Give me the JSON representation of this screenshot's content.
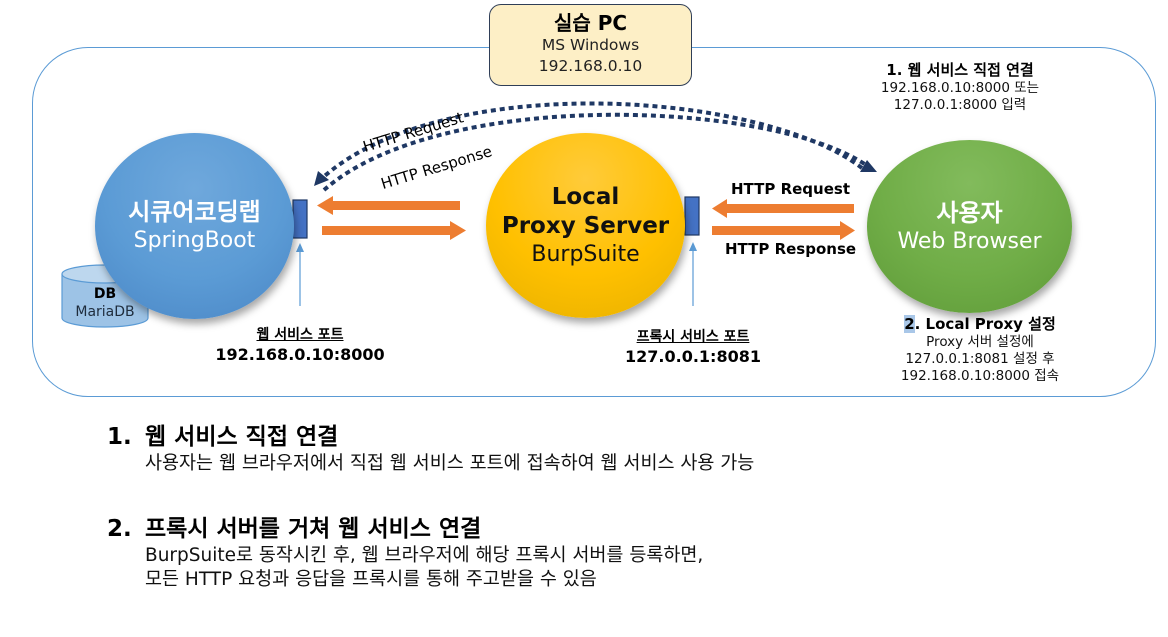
{
  "practice_pc": {
    "title": "실습 PC",
    "os": "MS Windows",
    "ip": "192.168.0.10"
  },
  "nodes": {
    "server": {
      "title": "시큐어코딩랩",
      "subtitle": "SpringBoot",
      "color": "#5b9bd5"
    },
    "proxy": {
      "title_line1": "Local",
      "title_line2": "Proxy Server",
      "subtitle": "BurpSuite",
      "color": "#ffc000"
    },
    "user": {
      "title": "사용자",
      "subtitle": "Web Browser",
      "color": "#70ad47"
    }
  },
  "database": {
    "title": "DB",
    "subtitle": "MariaDB"
  },
  "ports": {
    "web": {
      "title": "웹 서비스 포트",
      "value": "192.168.0.10:8000"
    },
    "proxy": {
      "title": "프록시 서비스 포트",
      "value": "127.0.0.1:8081"
    }
  },
  "flows": {
    "direct_request": "HTTP Request",
    "direct_response": "HTTP Response",
    "proxy_request": "HTTP Request",
    "proxy_response": "HTTP Response",
    "arrow_color": "#ed7d31",
    "dotted_color": "#1f3864"
  },
  "notes": {
    "direct": {
      "title": "1. 웹 서비스 직접 연결",
      "lines": [
        "192.168.0.10:8000 또는",
        "127.0.0.1:8000 입력"
      ]
    },
    "proxy": {
      "title_num": "2",
      "title_rest": ". Local Proxy 설정",
      "lines": [
        "Proxy 서버 설정에",
        "127.0.0.1:8081 설정 후",
        "192.168.0.10:8000 접속"
      ]
    }
  },
  "sections": [
    {
      "number": "1.",
      "title": "웹 서비스 직접 연결",
      "body": [
        "사용자는 웹 브라우저에서 직접 웹 서비스 포트에 접속하여 웹 서비스 사용 가능"
      ]
    },
    {
      "number": "2.",
      "title": "프록시 서버를 거쳐 웹 서비스 연결",
      "body": [
        "BurpSuite로 동작시킨 후, 웹 브라우저에 해당 프록시 서버를 등록하면,",
        "모든 HTTP 요청과 응답을 프록시를 통해 주고받을 수 있음"
      ]
    }
  ]
}
